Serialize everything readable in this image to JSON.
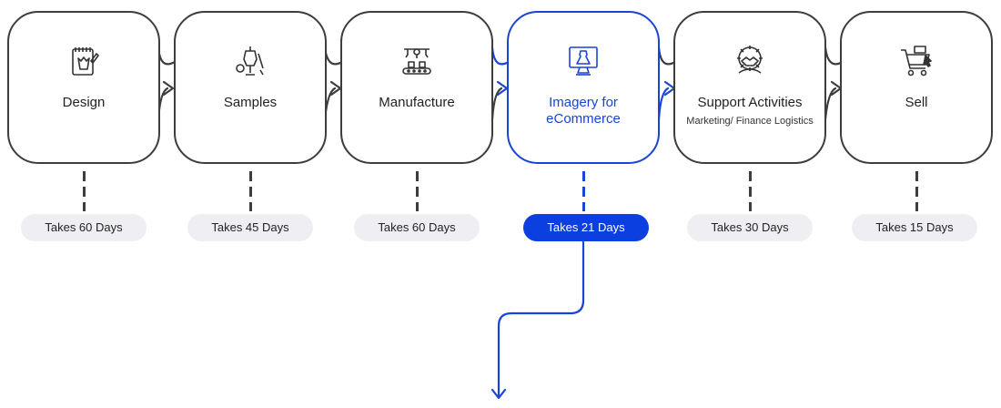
{
  "colors": {
    "accent": "#1a44d6",
    "ink": "#3d3d3d",
    "pill": "#efeff3",
    "active_pill": "#0b3fe0"
  },
  "steps": [
    {
      "title": "Design",
      "subtitle": "",
      "icon": "sketch-notebook-icon",
      "duration": "Takes 60 Days"
    },
    {
      "title": "Samples",
      "subtitle": "",
      "icon": "dress-form-icon",
      "duration": "Takes 45 Days"
    },
    {
      "title": "Manufacture",
      "subtitle": "",
      "icon": "factory-conveyor-icon",
      "duration": "Takes 60 Days"
    },
    {
      "title": "Imagery for eCommerce",
      "subtitle": "",
      "icon": "monitor-dress-icon",
      "duration": "Takes 21 Days",
      "active": true
    },
    {
      "title": "Support Activities",
      "subtitle": "Marketing/ Finance Logistics",
      "icon": "gear-handshake-icon",
      "duration": "Takes 30 Days"
    },
    {
      "title": "Sell",
      "subtitle": "",
      "icon": "shopping-cart-icon",
      "duration": "Takes 15 Days"
    }
  ]
}
